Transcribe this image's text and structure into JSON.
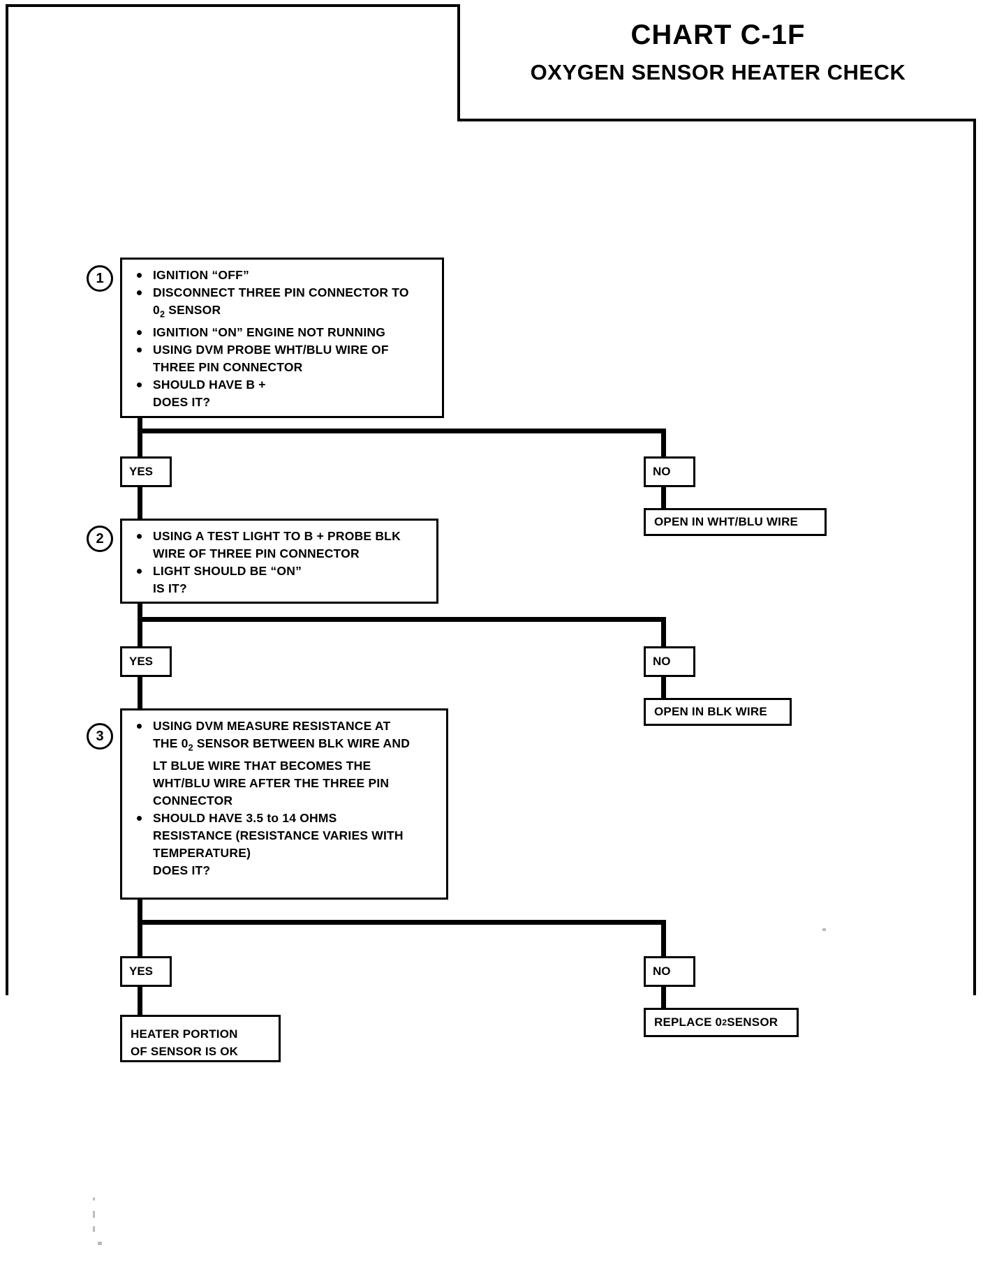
{
  "header": {
    "chart_number": "CHART C-1F",
    "chart_title": "OXYGEN SENSOR HEATER CHECK"
  },
  "steps": [
    {
      "number": "1",
      "bullets": [
        {
          "bulleted": true,
          "text": "IGNITION “OFF”"
        },
        {
          "bulleted": true,
          "text": "DISCONNECT THREE PIN CONNECTOR TO"
        },
        {
          "bulleted": false,
          "html": "0<sub>2</sub> SENSOR"
        },
        {
          "bulleted": true,
          "text": "IGNITION “ON” ENGINE NOT RUNNING"
        },
        {
          "bulleted": true,
          "text": "USING DVM PROBE WHT/BLU WIRE OF"
        },
        {
          "bulleted": false,
          "text": "THREE PIN CONNECTOR"
        },
        {
          "bulleted": true,
          "text": "SHOULD HAVE B +"
        },
        {
          "bulleted": false,
          "text": "DOES IT?"
        }
      ]
    },
    {
      "number": "2",
      "bullets": [
        {
          "bulleted": true,
          "text": "USING A TEST LIGHT TO B +  PROBE BLK"
        },
        {
          "bulleted": false,
          "text": "WIRE OF THREE PIN CONNECTOR"
        },
        {
          "bulleted": true,
          "text": "LIGHT SHOULD BE “ON”"
        },
        {
          "bulleted": false,
          "text": "IS IT?"
        }
      ]
    },
    {
      "number": "3",
      "bullets": [
        {
          "bulleted": true,
          "text": "USING DVM MEASURE RESISTANCE AT"
        },
        {
          "bulleted": false,
          "html": "THE  0<sub>2</sub> SENSOR BETWEEN BLK WIRE AND"
        },
        {
          "bulleted": false,
          "text": "LT BLUE WIRE THAT BECOMES THE"
        },
        {
          "bulleted": false,
          "text": "WHT/BLU WIRE AFTER THE THREE PIN"
        },
        {
          "bulleted": false,
          "text": "CONNECTOR"
        },
        {
          "bulleted": true,
          "text": "SHOULD HAVE 3.5 to 14 OHMS"
        },
        {
          "bulleted": false,
          "text": "RESISTANCE  (RESISTANCE VARIES WITH"
        },
        {
          "bulleted": false,
          "text": "TEMPERATURE)"
        },
        {
          "bulleted": false,
          "text": "DOES IT?"
        }
      ]
    }
  ],
  "branches": {
    "yes_1": "YES",
    "no_1": "NO",
    "yes_2": "YES",
    "no_2": "NO",
    "yes_3": "YES",
    "no_3": "NO"
  },
  "results": {
    "open_wht_blu": "OPEN IN WHT/BLU WIRE",
    "open_blk": "OPEN IN BLK WIRE",
    "replace_sensor_html": "REPLACE 0<sub>2</sub> SENSOR",
    "heater_ok": "HEATER PORTION\nOF SENSOR IS OK"
  },
  "colors": {
    "ink": "#000000",
    "paper": "#ffffff"
  }
}
